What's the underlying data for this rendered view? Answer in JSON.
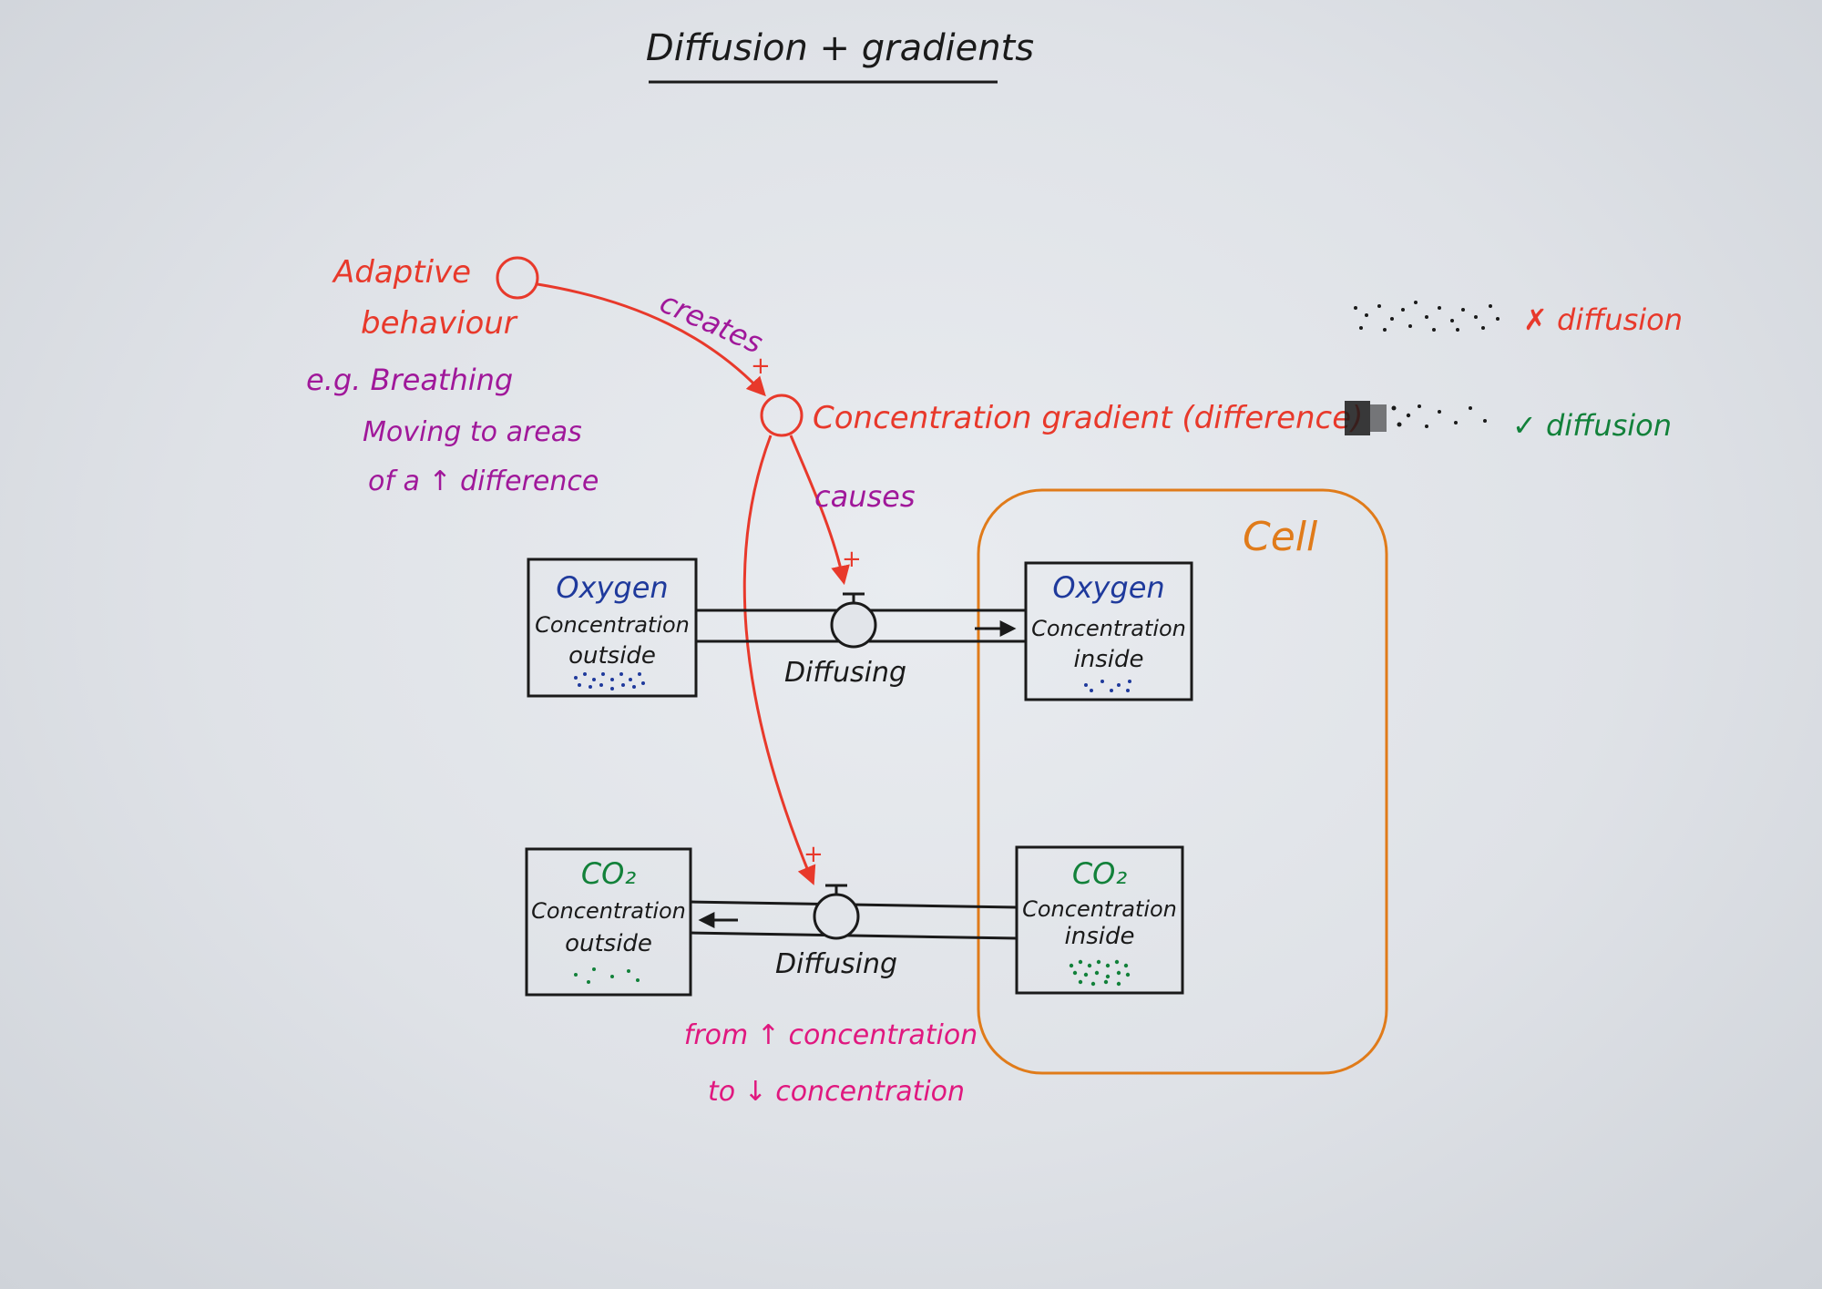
{
  "title": "Diffusion + gradients",
  "colors": {
    "paper": "#e4e7eb",
    "ink": "#1a1a1a",
    "red": "#e8392b",
    "purple": "#a0189a",
    "blue": "#1f3a9c",
    "green": "#12813a",
    "orange": "#e07b1a",
    "magenta": "#e0187f"
  },
  "nodes": {
    "adaptive_behaviour": [
      "Adaptive",
      "behaviour"
    ],
    "concentration_gradient": "Concentration gradient (difference)",
    "examples": [
      "e.g. Breathing",
      "Moving to areas",
      "of a ↑ difference"
    ]
  },
  "links": {
    "creates": "creates",
    "causes": "causes",
    "plus": "+"
  },
  "legend": {
    "no_diffusion": "✗ diffusion",
    "yes_diffusion": "✓ diffusion"
  },
  "cell": {
    "label": "Cell"
  },
  "stocks": {
    "oxygen_outside": {
      "title": "Oxygen",
      "line1": "Concentration",
      "line2": "outside"
    },
    "oxygen_inside": {
      "title": "Oxygen",
      "line1": "Concentration",
      "line2": "inside"
    },
    "co2_outside": {
      "title": "CO₂",
      "line1": "Concentration",
      "line2": "outside"
    },
    "co2_inside": {
      "title": "CO₂",
      "line1": "Concentration",
      "line2": "inside"
    }
  },
  "flows": {
    "oxygen_flow": "Diffusing",
    "co2_flow": "Diffusing"
  },
  "note": [
    "from ↑ concentration",
    "to ↓ concentration"
  ]
}
